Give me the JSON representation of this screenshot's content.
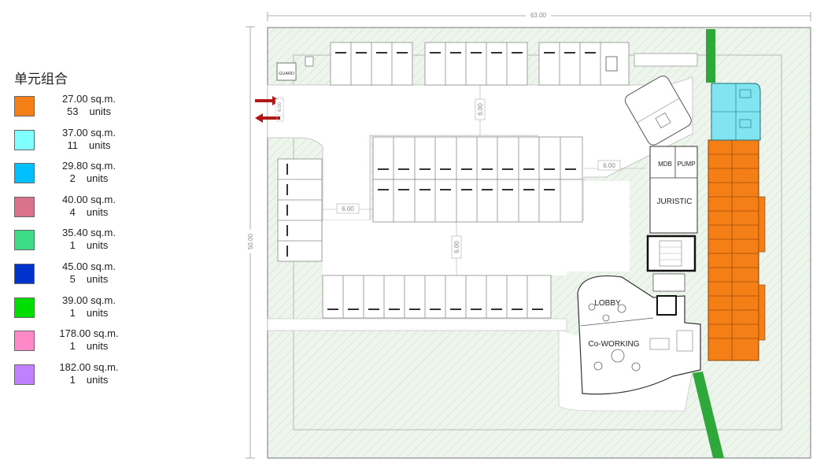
{
  "legend": {
    "title": "单元组合",
    "items": [
      {
        "area": "27.00 sq.m.",
        "count": "53",
        "unit_word": "units",
        "color": "#f57f17"
      },
      {
        "area": "37.00 sq.m.",
        "count": "11",
        "unit_word": "units",
        "color": "#80ffff"
      },
      {
        "area": "29.80 sq.m.",
        "count": "2",
        "unit_word": "units",
        "color": "#00bfff"
      },
      {
        "area": "40.00 sq.m.",
        "count": "4",
        "unit_word": "units",
        "color": "#d9728a"
      },
      {
        "area": "35.40 sq.m.",
        "count": "1",
        "unit_word": "units",
        "color": "#3ddc84"
      },
      {
        "area": "45.00 sq.m.",
        "count": "5",
        "unit_word": "units",
        "color": "#0033cc"
      },
      {
        "area": "39.00 sq.m.",
        "count": "1",
        "unit_word": "units",
        "color": "#00dd00"
      },
      {
        "area": "178.00 sq.m.",
        "count": "1",
        "unit_word": "units",
        "color": "#ff88c8"
      },
      {
        "area": "182.00 sq.m.",
        "count": "1",
        "unit_word": "units",
        "color": "#c080ff"
      }
    ]
  },
  "plan": {
    "overall_width": "63.00",
    "overall_depth": "50.00",
    "driveway_widths": [
      "6.00",
      "6.00",
      "6.00",
      "6.00",
      "6.00"
    ],
    "rooms": {
      "guard": "GUARD",
      "mdb": "MDB",
      "pump": "PUMP",
      "juristic": "JURISTIC",
      "lobby": "LOBBY",
      "coworking": "Co-WORKING"
    },
    "colors": {
      "unit_27": "#f57f17",
      "unit_37": "#80e5f0",
      "walkway": "#2ea83a",
      "arrow": "#b01818",
      "landscape": "#e9f2e7"
    }
  }
}
